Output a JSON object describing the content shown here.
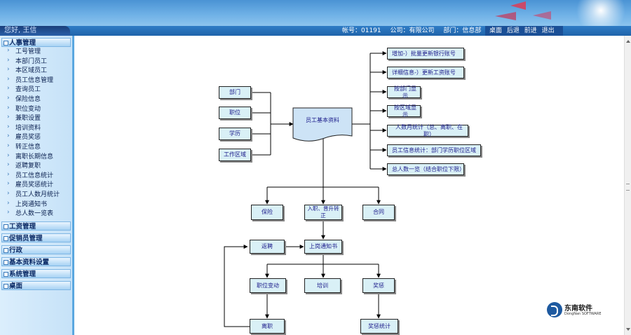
{
  "header": {
    "greeting": "您好, 王信",
    "account": "帐号：01191",
    "company": "公司：有限公司",
    "department": "部门：信息部",
    "nav": [
      "桌面",
      "后退",
      "前进",
      "退出"
    ]
  },
  "sidebar": {
    "section_open": "人事管理",
    "items": [
      "工号管理",
      "本部门员工",
      "本区域员工",
      "员工信息管理",
      "查询员工",
      "保险信息",
      "职位变动",
      "兼职设置",
      "培训资料",
      "雇员奖惩",
      "转正信息",
      "离职长期信息",
      "返聘复职",
      "员工信息统计",
      "雇员奖惩统计",
      "员工人数月统计",
      "上岗通知书",
      "总人数一览表"
    ],
    "sections": [
      "工资管理",
      "促销员管理",
      "行政",
      "基本资料设置",
      "系统管理",
      "桌面"
    ]
  },
  "flow": {
    "center": "员工基本资料",
    "inputs": [
      "部门",
      "职位",
      "学历",
      "工作区域"
    ],
    "outputs": [
      "增加-）批量更新银行账号",
      "详细信息-）更新工资账号",
      "按部门显示",
      "按区域显示",
      "人数月统计（总、离职、在职）",
      "员工信息统计：部门学历职位区域",
      "总人数一览（结合职位下限）"
    ],
    "insurance": "保险",
    "promotion": "入职、晋升转正",
    "contract": "合同",
    "rehire": "返聘",
    "notice": "上岗通知书",
    "position_change": "职位变动",
    "training": "培训",
    "reward": "奖惩",
    "resign": "离职",
    "reward_stats": "奖惩统计"
  },
  "logo": {
    "name_cn": "东南软件",
    "name_en": "DongNan SOFTWARE"
  }
}
